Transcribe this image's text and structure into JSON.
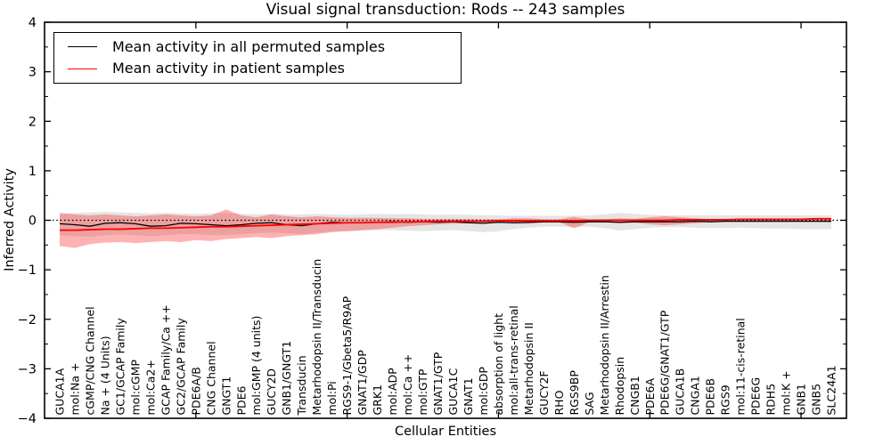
{
  "title": "Visual signal transduction: Rods -- 243 samples",
  "chart_data": {
    "type": "line",
    "title": "Visual signal transduction: Rods -- 243 samples",
    "xlabel": "Cellular Entities",
    "ylabel": "Inferred Activity",
    "ylim": [
      -4,
      4
    ],
    "yticks": [
      4,
      3,
      2,
      1,
      0,
      -1,
      -2,
      -3,
      -4
    ],
    "ytick_labels": [
      "4",
      "3",
      "2",
      "1",
      "0",
      "−1",
      "−2",
      "−3",
      "−4"
    ],
    "xticks_major": [
      10,
      20,
      30,
      40,
      50
    ],
    "grid": false,
    "legend_position": "upper left",
    "zero_reference_line": {
      "value": 0,
      "style": "dotted",
      "color": "#000000"
    },
    "categories": [
      "GUCA1A",
      "mol:Na +",
      "cGMP/CNG Channel",
      "Na + (4 Units)",
      "GC1/GCAP Family",
      "mol:cGMP",
      "mol:Ca2+",
      "GCAP Family/Ca ++",
      "GC2/GCAP Family",
      "PDE6A/B",
      "CNG Channel",
      "GNGT1",
      "PDE6",
      "mol:GMP (4 units)",
      "GUCY2D",
      "GNB1/GNGT1",
      "Transducin",
      "Metarhodopsin II/Transducin",
      "mol:Pi",
      "RGS9-1/Gbeta5/R9AP",
      "GNAT1/GDP",
      "GRK1",
      "mol:ADP",
      "mol:Ca ++",
      "mol:GTP",
      "GNAT1/GTP",
      "GUCA1C",
      "GNAT1",
      "mol:GDP",
      "absorption of light",
      "mol:all-trans-retinal",
      "Metarhodopsin II",
      "GUCY2F",
      "RHO",
      "RGS9BP",
      "SAG",
      "Metarhodopsin II/Arrestin",
      "Rhodopsin",
      "CNGB1",
      "PDE6A",
      "PDE6G/GNAT1/GTP",
      "GUCA1B",
      "CNGA1",
      "PDE6B",
      "RGS9",
      "mol:11-cis-retinal",
      "PDE6G",
      "RDH5",
      "mol:K +",
      "GNB1",
      "GNB5",
      "SLC24A1"
    ],
    "series": [
      {
        "name": "Mean activity in all permuted samples",
        "color": "#000000",
        "values": [
          -0.07,
          -0.09,
          -0.12,
          -0.06,
          -0.05,
          -0.07,
          -0.12,
          -0.11,
          -0.06,
          -0.07,
          -0.09,
          -0.11,
          -0.09,
          -0.06,
          -0.05,
          -0.09,
          -0.11,
          -0.07,
          -0.04,
          -0.05,
          -0.05,
          -0.04,
          -0.03,
          -0.04,
          -0.03,
          -0.04,
          -0.03,
          -0.05,
          -0.06,
          -0.04,
          -0.05,
          -0.04,
          -0.03,
          -0.03,
          -0.04,
          -0.03,
          -0.03,
          -0.04,
          -0.03,
          -0.03,
          -0.03,
          -0.03,
          -0.02,
          -0.03,
          -0.02,
          -0.02,
          -0.02,
          -0.02,
          -0.02,
          -0.02,
          -0.02,
          -0.02
        ]
      },
      {
        "name": "Mean activity in patient samples",
        "color": "#ff0000",
        "values": [
          -0.2,
          -0.2,
          -0.19,
          -0.18,
          -0.18,
          -0.17,
          -0.16,
          -0.16,
          -0.15,
          -0.14,
          -0.13,
          -0.13,
          -0.12,
          -0.11,
          -0.1,
          -0.09,
          -0.08,
          -0.07,
          -0.06,
          -0.05,
          -0.05,
          -0.04,
          -0.04,
          -0.03,
          -0.03,
          -0.02,
          -0.02,
          -0.02,
          -0.02,
          -0.01,
          -0.01,
          -0.01,
          -0.01,
          -0.01,
          -0.01,
          0.0,
          0.0,
          0.0,
          0.0,
          0.0,
          0.0,
          0.01,
          0.01,
          0.01,
          0.01,
          0.02,
          0.02,
          0.02,
          0.02,
          0.02,
          0.03,
          0.03
        ]
      }
    ],
    "bands": [
      {
        "name": "permuted-samples-range-band",
        "color": "rgba(0,0,0,0.10)",
        "upper": [
          0.12,
          0.15,
          0.16,
          0.17,
          0.16,
          0.15,
          0.14,
          0.15,
          0.14,
          0.13,
          0.14,
          0.15,
          0.13,
          0.12,
          0.13,
          0.12,
          0.12,
          0.13,
          0.12,
          0.11,
          0.12,
          0.13,
          0.12,
          0.13,
          0.12,
          0.11,
          0.12,
          0.11,
          0.1,
          0.1,
          0.09,
          0.09,
          0.09,
          0.09,
          0.09,
          0.1,
          0.12,
          0.15,
          0.13,
          0.11,
          0.1,
          0.1,
          0.1,
          0.1,
          0.1,
          0.1,
          0.1,
          0.1,
          0.1,
          0.1,
          0.1,
          0.1
        ],
        "lower": [
          -0.3,
          -0.32,
          -0.33,
          -0.3,
          -0.28,
          -0.3,
          -0.32,
          -0.3,
          -0.28,
          -0.28,
          -0.3,
          -0.3,
          -0.28,
          -0.26,
          -0.25,
          -0.26,
          -0.28,
          -0.25,
          -0.22,
          -0.22,
          -0.21,
          -0.2,
          -0.2,
          -0.21,
          -0.22,
          -0.21,
          -0.2,
          -0.22,
          -0.24,
          -0.22,
          -0.18,
          -0.15,
          -0.13,
          -0.13,
          -0.14,
          -0.13,
          -0.16,
          -0.21,
          -0.18,
          -0.15,
          -0.14,
          -0.14,
          -0.15,
          -0.16,
          -0.16,
          -0.15,
          -0.16,
          -0.17,
          -0.17,
          -0.18,
          -0.18,
          -0.18
        ]
      },
      {
        "name": "patient-samples-range-band",
        "color": "rgba(255,0,0,0.30)",
        "upper": [
          0.15,
          0.12,
          0.1,
          0.12,
          0.1,
          0.08,
          0.1,
          0.12,
          0.1,
          0.08,
          0.1,
          0.22,
          0.1,
          0.06,
          0.12,
          0.08,
          0.06,
          0.08,
          0.06,
          0.05,
          0.05,
          0.05,
          0.04,
          0.04,
          0.03,
          0.03,
          0.03,
          0.03,
          0.02,
          0.02,
          0.04,
          0.04,
          0.02,
          0.02,
          0.07,
          0.02,
          0.02,
          0.04,
          0.03,
          0.06,
          0.08,
          0.06,
          0.04,
          0.02,
          0.02,
          0.02,
          0.02,
          0.03,
          0.03,
          0.03,
          0.03,
          0.04
        ],
        "lower": [
          -0.52,
          -0.56,
          -0.48,
          -0.45,
          -0.44,
          -0.46,
          -0.44,
          -0.42,
          -0.44,
          -0.4,
          -0.42,
          -0.38,
          -0.36,
          -0.34,
          -0.36,
          -0.32,
          -0.3,
          -0.28,
          -0.24,
          -0.22,
          -0.2,
          -0.18,
          -0.15,
          -0.12,
          -0.1,
          -0.08,
          -0.07,
          -0.06,
          -0.05,
          -0.04,
          -0.07,
          -0.07,
          -0.04,
          -0.04,
          -0.16,
          -0.04,
          -0.03,
          -0.06,
          -0.05,
          -0.08,
          -0.1,
          -0.08,
          -0.06,
          -0.03,
          -0.03,
          -0.03,
          -0.03,
          -0.03,
          -0.03,
          -0.03,
          -0.03,
          -0.04
        ]
      }
    ]
  }
}
